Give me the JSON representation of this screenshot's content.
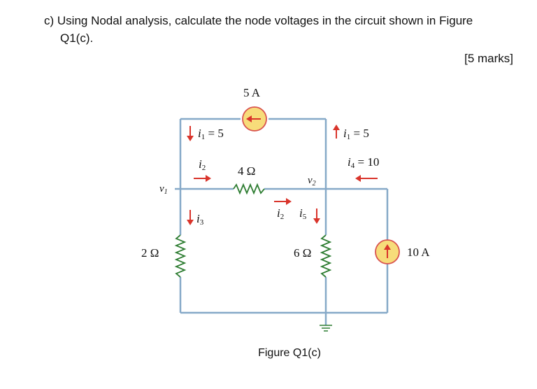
{
  "question": {
    "line1": "c) Using Nodal analysis, calculate the node voltages in the circuit shown in Figure",
    "line2": "Q1(c).",
    "marks": "[5 marks]"
  },
  "figure": {
    "caption": "Figure Q1(c)",
    "labels": {
      "source_top": "5 A",
      "source_right": "10 A",
      "r_left": "2 Ω",
      "r_mid": "4 Ω",
      "r_right": "6 Ω",
      "node_v1": "v",
      "node_v1_sub": "1",
      "node_v2": "v",
      "node_v2_sub": "2",
      "i1_left": "i",
      "i1_left_sub": "1",
      "i1_left_val": " = 5",
      "i1_right": "i",
      "i1_right_sub": "1",
      "i1_right_val": " = 5",
      "i4": "i",
      "i4_sub": "4",
      "i4_val": " = 10",
      "i2_top": "i",
      "i2_top_sub": "2",
      "i3": "i",
      "i3_sub": "3",
      "i2_mid": "i",
      "i2_mid_sub": "2",
      "i5": "i",
      "i5_sub": "5"
    },
    "colors": {
      "wire": "#86a9c8",
      "source_fill": "#f7dc7a",
      "source_ring": "#d9534f",
      "arrow": "#d9342b",
      "resistor": "#2e7d32",
      "text": "#111111"
    }
  }
}
